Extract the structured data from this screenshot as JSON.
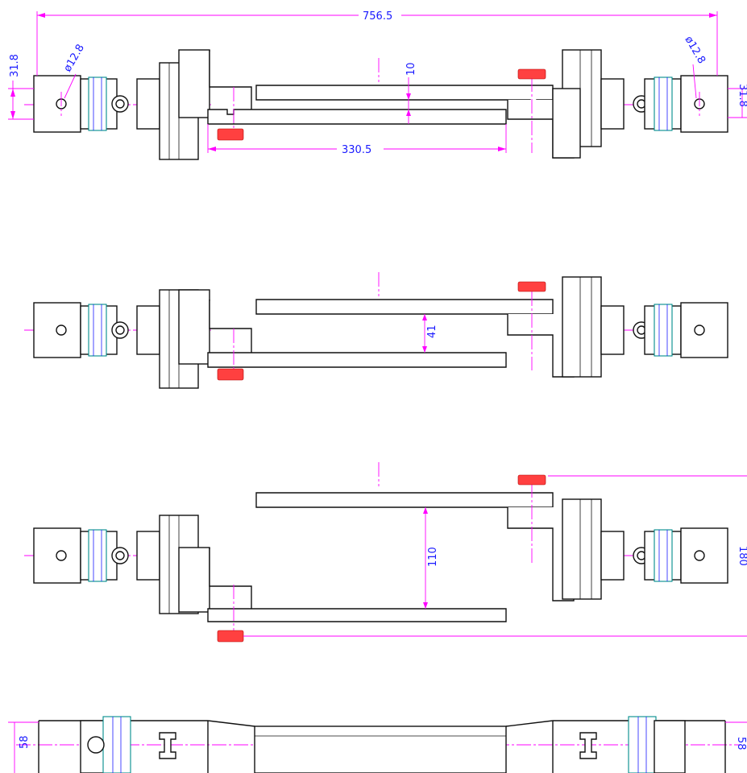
{
  "colors": {
    "outline": "#111111",
    "dimension": "#ff00ff",
    "dimension_text": "#1a1aff",
    "knob": "#ff4040",
    "ujoint": "#008b8b"
  },
  "dimensions": {
    "overall_length": "756.5",
    "shaft_length": "330.5",
    "yoke_height": "31.8",
    "hole_diameter": "ø12.8",
    "gap_min": "10",
    "gap_mid": "41",
    "gap_max": "110",
    "bottom_height": "58",
    "side_partial": "180"
  }
}
